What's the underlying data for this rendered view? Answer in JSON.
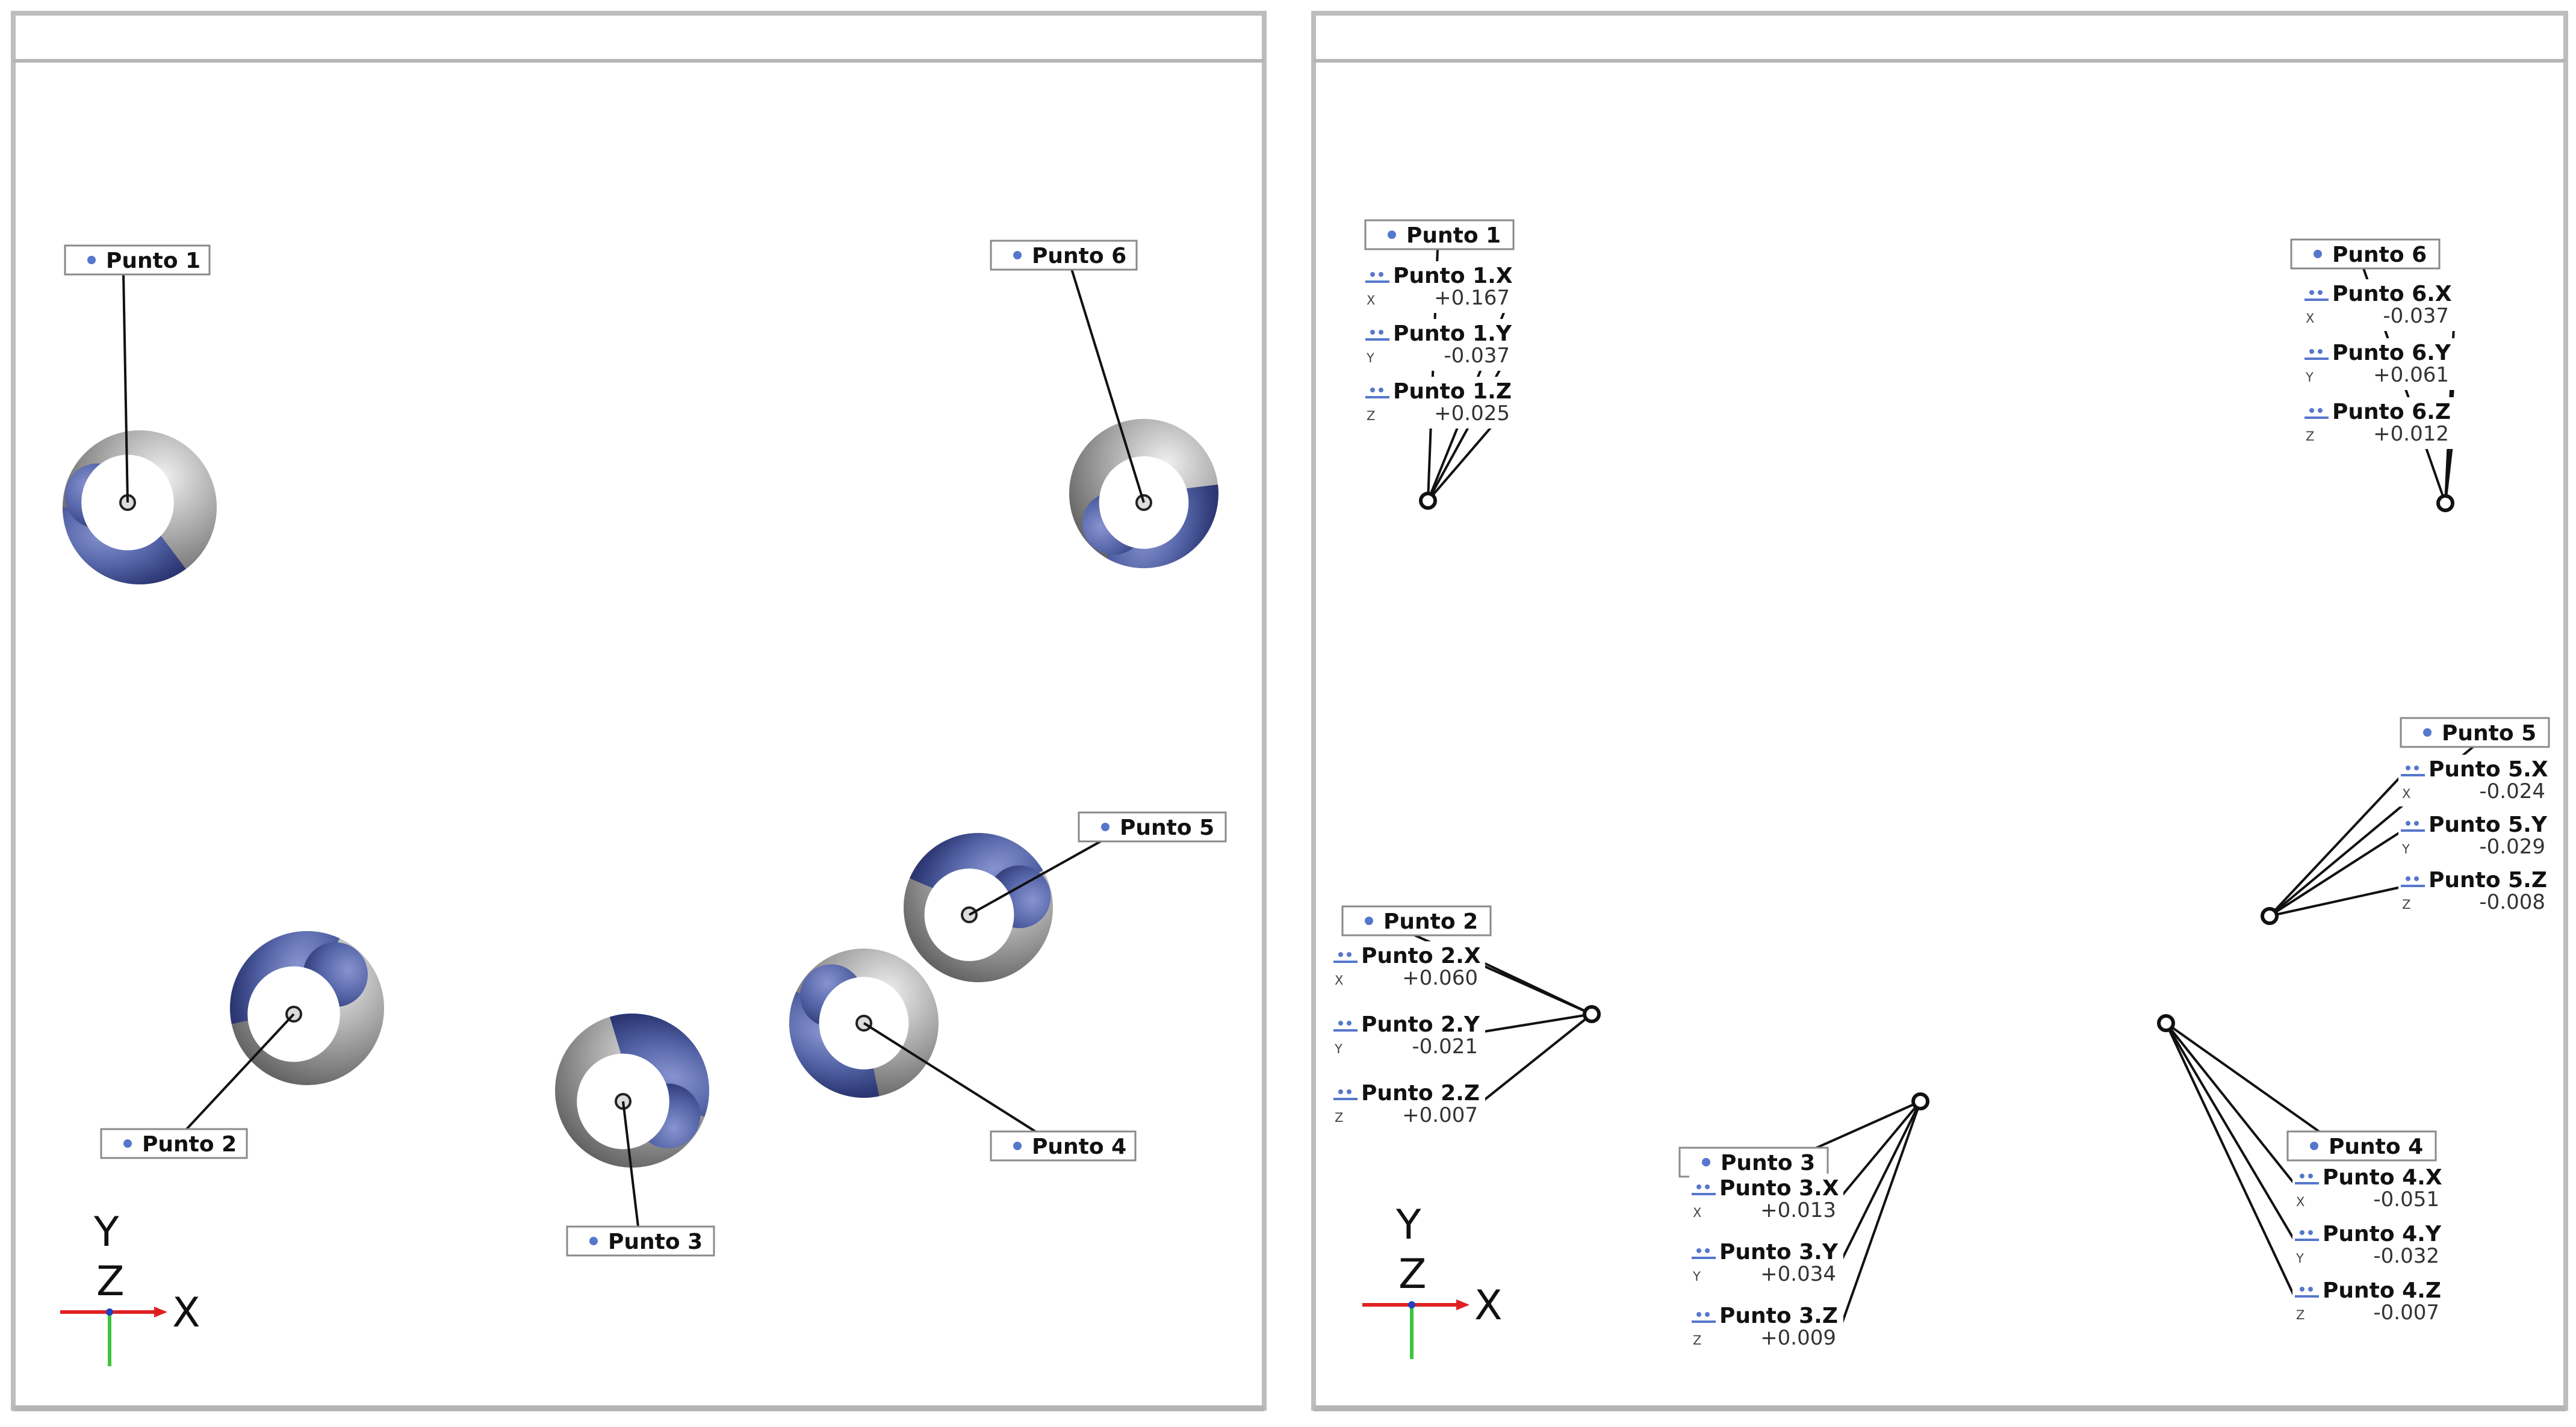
{
  "colors": {
    "sphere_blue": "#5363a6",
    "sphere_gray": "#9a9a9a",
    "axis_x": "#e02020",
    "axis_y": "#3ec43e",
    "axis_z": "#2040c0",
    "label_dot": "#5577cc",
    "panel_border": "#bdbdbd"
  },
  "icons": {
    "point_label": "dot-icon",
    "measurement": "measurement-icon"
  },
  "axes": {
    "x": "X",
    "y": "Y",
    "z": "Z"
  },
  "left_panel": {
    "points": [
      {
        "label": "Punto 1"
      },
      {
        "label": "Punto 2"
      },
      {
        "label": "Punto 3"
      },
      {
        "label": "Punto 4"
      },
      {
        "label": "Punto 5"
      },
      {
        "label": "Punto 6"
      }
    ]
  },
  "right_panel": {
    "points": [
      {
        "label": "Punto 1",
        "measurements": [
          {
            "name": "Punto 1.X",
            "axis": "X",
            "value": "+0.167"
          },
          {
            "name": "Punto 1.Y",
            "axis": "Y",
            "value": "-0.037"
          },
          {
            "name": "Punto 1.Z",
            "axis": "Z",
            "value": "+0.025"
          }
        ]
      },
      {
        "label": "Punto 2",
        "measurements": [
          {
            "name": "Punto 2.X",
            "axis": "X",
            "value": "+0.060"
          },
          {
            "name": "Punto 2.Y",
            "axis": "Y",
            "value": "-0.021"
          },
          {
            "name": "Punto 2.Z",
            "axis": "Z",
            "value": "+0.007"
          }
        ]
      },
      {
        "label": "Punto 3",
        "measurements": [
          {
            "name": "Punto 3.X",
            "axis": "X",
            "value": "+0.013"
          },
          {
            "name": "Punto 3.Y",
            "axis": "Y",
            "value": "+0.034"
          },
          {
            "name": "Punto 3.Z",
            "axis": "Z",
            "value": "+0.009"
          }
        ]
      },
      {
        "label": "Punto 4",
        "measurements": [
          {
            "name": "Punto 4.X",
            "axis": "X",
            "value": "-0.051"
          },
          {
            "name": "Punto 4.Y",
            "axis": "Y",
            "value": "-0.032"
          },
          {
            "name": "Punto 4.Z",
            "axis": "Z",
            "value": "-0.007"
          }
        ]
      },
      {
        "label": "Punto 5",
        "measurements": [
          {
            "name": "Punto 5.X",
            "axis": "X",
            "value": "-0.024"
          },
          {
            "name": "Punto 5.Y",
            "axis": "Y",
            "value": "-0.029"
          },
          {
            "name": "Punto 5.Z",
            "axis": "Z",
            "value": "-0.008"
          }
        ]
      },
      {
        "label": "Punto 6",
        "measurements": [
          {
            "name": "Punto 6.X",
            "axis": "X",
            "value": "-0.037"
          },
          {
            "name": "Punto 6.Y",
            "axis": "Y",
            "value": "+0.061"
          },
          {
            "name": "Punto 6.Z",
            "axis": "Z",
            "value": "+0.012"
          }
        ]
      }
    ]
  }
}
